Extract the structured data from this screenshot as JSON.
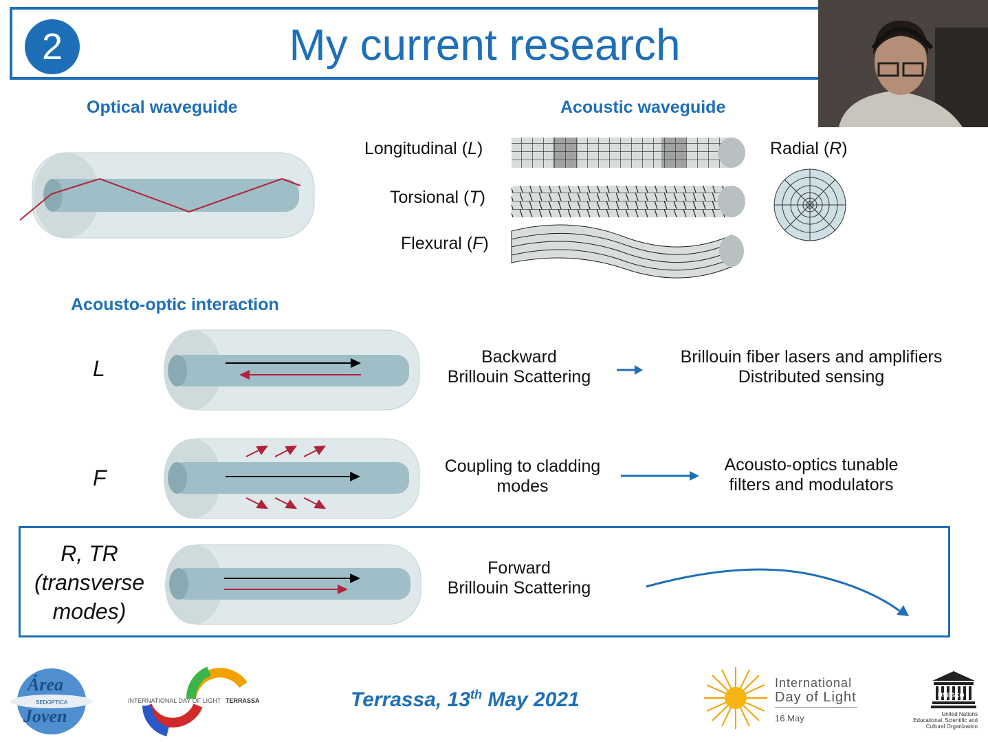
{
  "slide": {
    "number": "2",
    "title": "My current research"
  },
  "sections": {
    "optical": "Optical waveguide",
    "acoustic": "Acoustic waveguide",
    "interaction": "Acousto-optic interaction"
  },
  "modes": {
    "longitudinal": {
      "name": "Longitudinal (",
      "symbol": "L",
      "close": ")"
    },
    "torsional": {
      "name": "Torsional (",
      "symbol": "T",
      "close": ")"
    },
    "flexural": {
      "name": "Flexural (",
      "symbol": "F",
      "close": ")"
    },
    "radial": {
      "name": "Radial (",
      "symbol": "R",
      "close": ")"
    }
  },
  "interactions": [
    {
      "label": "L",
      "process_line1": "Backward",
      "process_line2": "Brillouin Scattering",
      "application_line1": "Brillouin fiber lasers and amplifiers",
      "application_line2": "Distributed sensing"
    },
    {
      "label": "F",
      "process_line1": "Coupling to cladding",
      "process_line2": "modes",
      "application_line1": "Acousto-optics tunable",
      "application_line2": "filters and modulators"
    },
    {
      "label_line1": "R, TR",
      "label_line2": "(transverse",
      "label_line3": "modes)",
      "process_line1": "Forward",
      "process_line2": "Brillouin Scattering"
    }
  ],
  "footer": {
    "date_prefix": "Terrassa, 13",
    "date_sup": "th",
    "date_suffix": " May 2021",
    "logo_left_top": "Área",
    "logo_left_mid": "SEDOPTICA",
    "logo_left_bottom": "Joven",
    "idl_small": "INTERNATIONAL DAY OF LIGHT",
    "idl_city": "TERRASSA",
    "idl_line1": "International",
    "idl_line2": "Day of Light",
    "idl_line3": "16 May",
    "unesco": "UNESCO",
    "unesco_line1": "United Nations",
    "unesco_line2": "Educational, Scientific and",
    "unesco_line3": "Cultural Organization"
  },
  "colors": {
    "accent": "#1f6fb8",
    "red": "#b0233a",
    "fiber": "#c9d9de"
  }
}
